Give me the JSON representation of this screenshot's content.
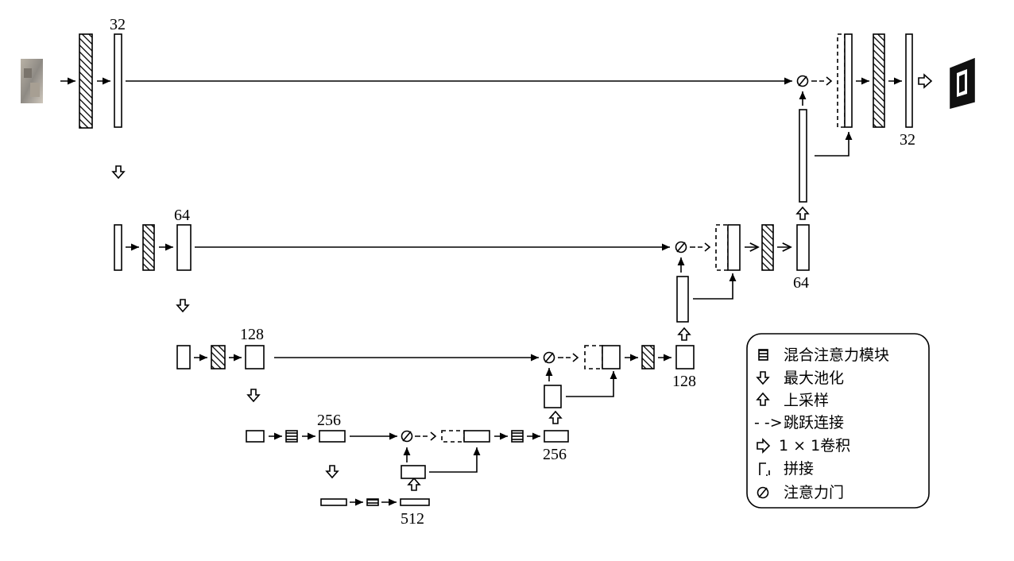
{
  "channels": {
    "level1_encoder": "32",
    "level1_decoder": "32",
    "level2_encoder": "64",
    "level2_decoder": "64",
    "level3_encoder": "128",
    "level3_decoder": "128",
    "level4_encoder": "256",
    "level4_decoder": "256",
    "bottleneck": "512"
  },
  "legend": {
    "mixed_attention_block": "混合注意力模块",
    "max_pooling": "最大池化",
    "upsampling": "上采样",
    "skip_connection": "跳跃连接",
    "conv_1x1": "1 × 1卷积",
    "concatenation": "拼接",
    "attention_gate": "注意力门",
    "skip_symbol": "- ->"
  },
  "colors": {
    "stroke": "#000000",
    "background": "#ffffff",
    "legend_border": "#000000"
  },
  "icons": {
    "mixed_attention_block": "hatched-rect-icon",
    "max_pooling": "down-hollow-arrow-icon",
    "upsampling": "up-hollow-arrow-icon",
    "conv_1x1": "right-hollow-arrow-icon",
    "concatenation": "bracket-icon",
    "attention_gate": "circle-slash-icon"
  }
}
